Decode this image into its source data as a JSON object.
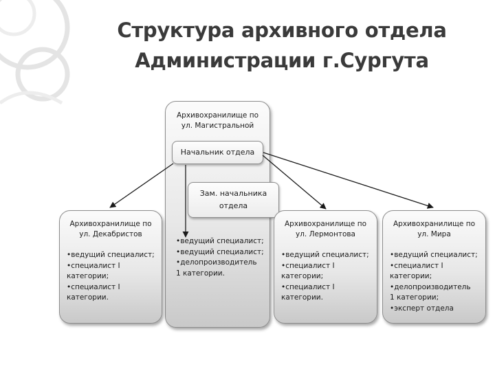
{
  "title": {
    "line1": "Структура архивного отдела",
    "line2": "Администрации г.Сургута"
  },
  "nodes": {
    "magistralnaya": {
      "line1": "Архивохранилище по",
      "line2": "ул. Магистральной",
      "staff": [
        "•ведущий специалист;",
        "•ведущий специалист;",
        "•делопроизводитель",
        "1 категории."
      ]
    },
    "head": {
      "label": "Начальник отдела"
    },
    "deputy": {
      "line1": "Зам. начальника",
      "line2": "отдела"
    },
    "dekabristov": {
      "line1": "Архивохранилище по",
      "line2": "ул. Декабристов",
      "staff": [
        "•ведущий специалист;",
        "•специалист I",
        "категории;",
        "•специалист I",
        "категории."
      ]
    },
    "lermontova": {
      "line1": "Архивохранилище по",
      "line2": "ул. Лермонтова",
      "staff": [
        "•ведущий специалист;",
        "•специалист I",
        "категории;",
        "•специалист I",
        "категории."
      ]
    },
    "mira": {
      "line1": "Архивохранилище по",
      "line2": "ул. Мира",
      "staff": [
        "•ведущий специалист;",
        "•специалист I",
        "категории;",
        "•делопроизводитель",
        "1 категории;",
        "•эксперт отдела"
      ]
    }
  },
  "colors": {
    "title": "#3a3a3a",
    "box_border": "#8d8d8d",
    "arrow": "#1a1a1a",
    "decoration": "#e6e6e6"
  }
}
